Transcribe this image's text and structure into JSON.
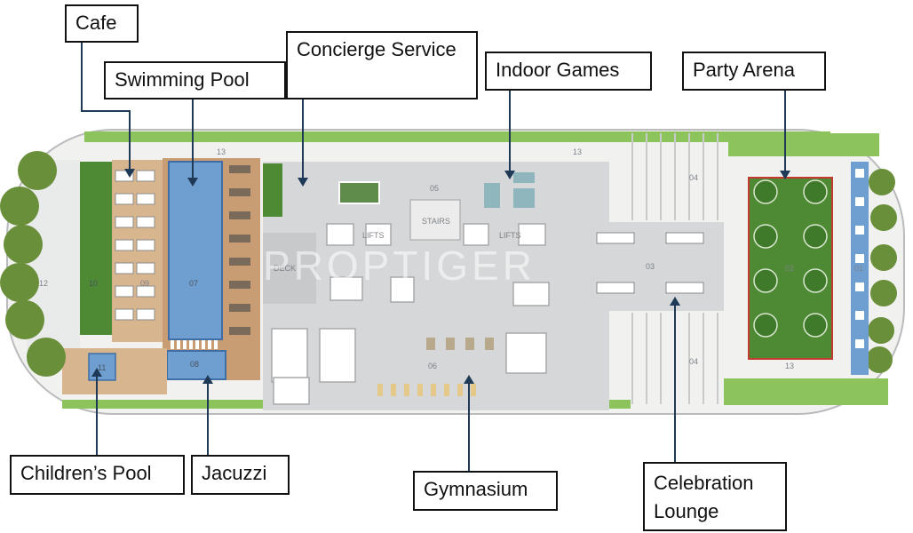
{
  "callouts": {
    "cafe": "Cafe",
    "swimming_pool": "Swimming Pool",
    "concierge_service": "Concierge Service",
    "indoor_games": "Indoor Games",
    "party_arena": "Party Arena",
    "childrens_pool": "Children’s Pool",
    "jacuzzi": "Jacuzzi",
    "gymnasium": "Gymnasium",
    "celebration_lounge_line1": "Celebration",
    "celebration_lounge_line2": "Lounge"
  },
  "plan_labels": {
    "zone_12": "12",
    "zone_10": "10",
    "zone_09": "09",
    "zone_07": "07",
    "zone_08": "08",
    "zone_11": "11",
    "zone_13_top_left": "13",
    "zone_13_top_right": "13",
    "zone_13_bottom": "13",
    "zone_05": "05",
    "zone_06": "06",
    "zone_03": "03",
    "zone_04_top": "04",
    "zone_04_bottom": "04",
    "zone_02": "02",
    "zone_01": "01",
    "stairs": "STAIRS",
    "lifts_left": "LIFTS",
    "lifts_right": "LIFTS",
    "deck": "DECK"
  },
  "watermark": "PROPTIGER",
  "colors": {
    "lawn": "#8dc35c",
    "dark_lawn": "#4d8a33",
    "pool_water": "#6f9fd0",
    "deck_wood": "#d7b58f",
    "floor_grey": "#d5d7d9",
    "plaza": "#f1f2f0",
    "leader_line": "#1f3a56"
  }
}
